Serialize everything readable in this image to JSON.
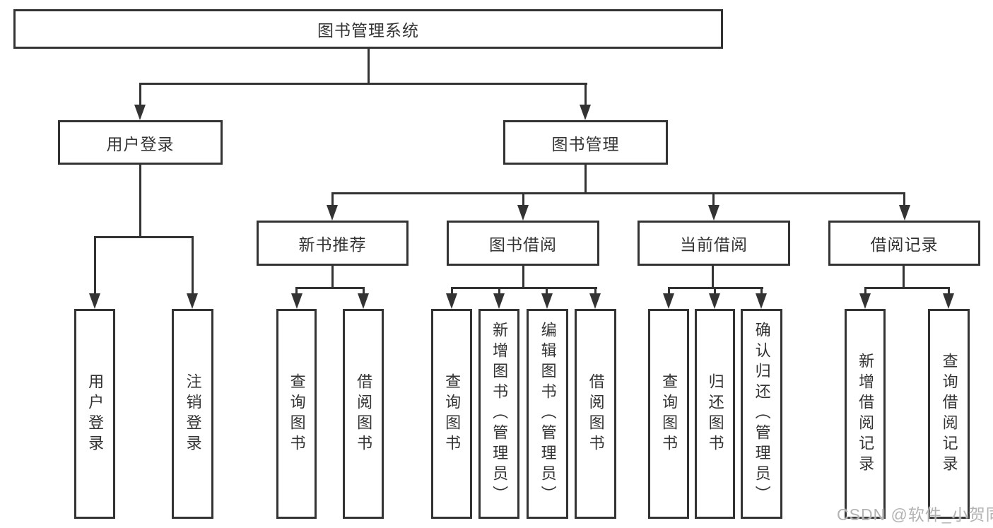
{
  "tree": {
    "root": {
      "label": "图书管理系统",
      "children": [
        {
          "label": "用户登录",
          "children": [
            {
              "label": "用户登录"
            },
            {
              "label": "注销登录"
            }
          ]
        },
        {
          "label": "图书管理",
          "children": [
            {
              "label": "新书推荐",
              "children": [
                {
                  "label": "查询图书"
                },
                {
                  "label": "借阅图书"
                }
              ]
            },
            {
              "label": "图书借阅",
              "children": [
                {
                  "label": "查询图书"
                },
                {
                  "label": "新增图书（管理员）"
                },
                {
                  "label": "编辑图书（管理员）"
                },
                {
                  "label": "借阅图书"
                }
              ]
            },
            {
              "label": "当前借阅",
              "children": [
                {
                  "label": "查询图书"
                },
                {
                  "label": "归还图书"
                },
                {
                  "label": "确认归还（管理员）"
                }
              ]
            },
            {
              "label": "借阅记录",
              "children": [
                {
                  "label": "新增借阅记录"
                },
                {
                  "label": "查询借阅记录"
                }
              ]
            }
          ]
        }
      ]
    }
  },
  "watermark": {
    "text": "CSDN @软件_小贺同学"
  },
  "colors": {
    "line": "#333333",
    "text": "#333333",
    "background": "#ffffff",
    "watermark": "#b3b3b3"
  }
}
